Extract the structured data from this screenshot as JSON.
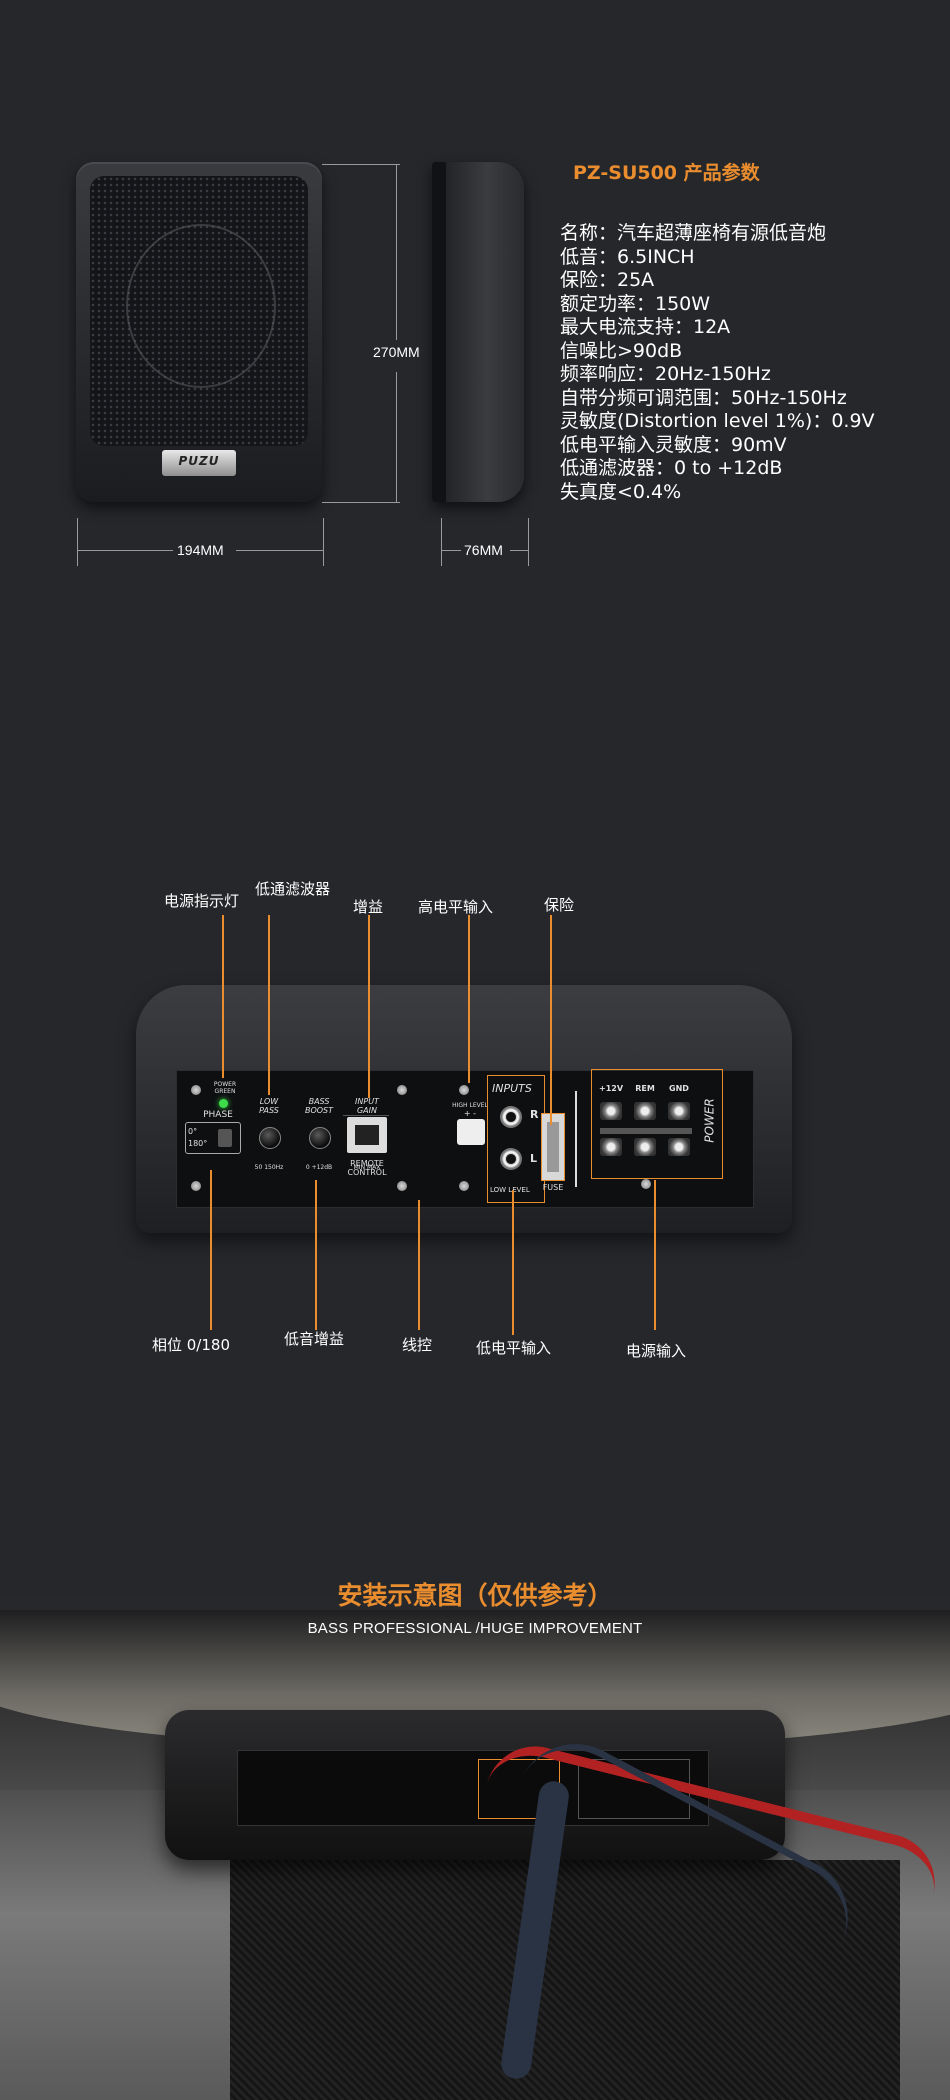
{
  "spec": {
    "title": "PZ-SU500 产品参数",
    "lines": [
      "名称：汽车超薄座椅有源低音炮",
      "低音：6.5INCH",
      "保险：25A",
      "额定功率：150W",
      "最大电流支持：12A",
      "信噪比>90dB",
      "频率响应：20Hz-150Hz",
      "自带分频可调范围：50Hz-150Hz",
      "灵敏度(Distortion level 1%)：0.9V",
      "低电平输入灵敏度：90mV",
      "低通滤波器：0 to +12dB",
      "失真度<0.4%"
    ]
  },
  "dimensions": {
    "height": "270MM",
    "width": "194MM",
    "depth": "76MM",
    "brand": "PUZU"
  },
  "panel": {
    "power_green": [
      "POWER",
      "GREEN"
    ],
    "phase": "PHASE",
    "phase_0": "0°",
    "phase_180": "180°",
    "low_pass": [
      "LOW",
      "PASS"
    ],
    "bass_boost": [
      "BASS",
      "BOOST"
    ],
    "input_gain": [
      "INPUT",
      "GAIN"
    ],
    "lp_range": "50    150Hz",
    "bb_range": "0   +12dB",
    "gain_range": "MIN  MAX",
    "remote": [
      "REMOTE",
      "CONTROL"
    ],
    "high_level": "HIGH LEVEL",
    "plus_minus": "+   -",
    "inputs": "INPUTS",
    "r": "R",
    "l": "L",
    "low_level": "LOW LEVEL",
    "fuse": "FUSE",
    "t12v": "+12V",
    "rem": "REM",
    "gnd": "GND",
    "power": "POWER"
  },
  "callouts": {
    "power_led": "电源指示灯",
    "low_pass": "低通滤波器",
    "gain": "增益",
    "high_input": "高电平输入",
    "fuse": "保险",
    "phase": "相位  0/180",
    "bass_boost": "低音增益",
    "remote": "线控",
    "low_input": "低电平输入",
    "power_input": "电源输入"
  },
  "install": {
    "title": "安装示意图（仅供参考）",
    "subtitle": "BASS PROFESSIONAL /HUGE IMPROVEMENT"
  },
  "colors": {
    "background": "#26272b",
    "accent": "#e98d2e"
  }
}
